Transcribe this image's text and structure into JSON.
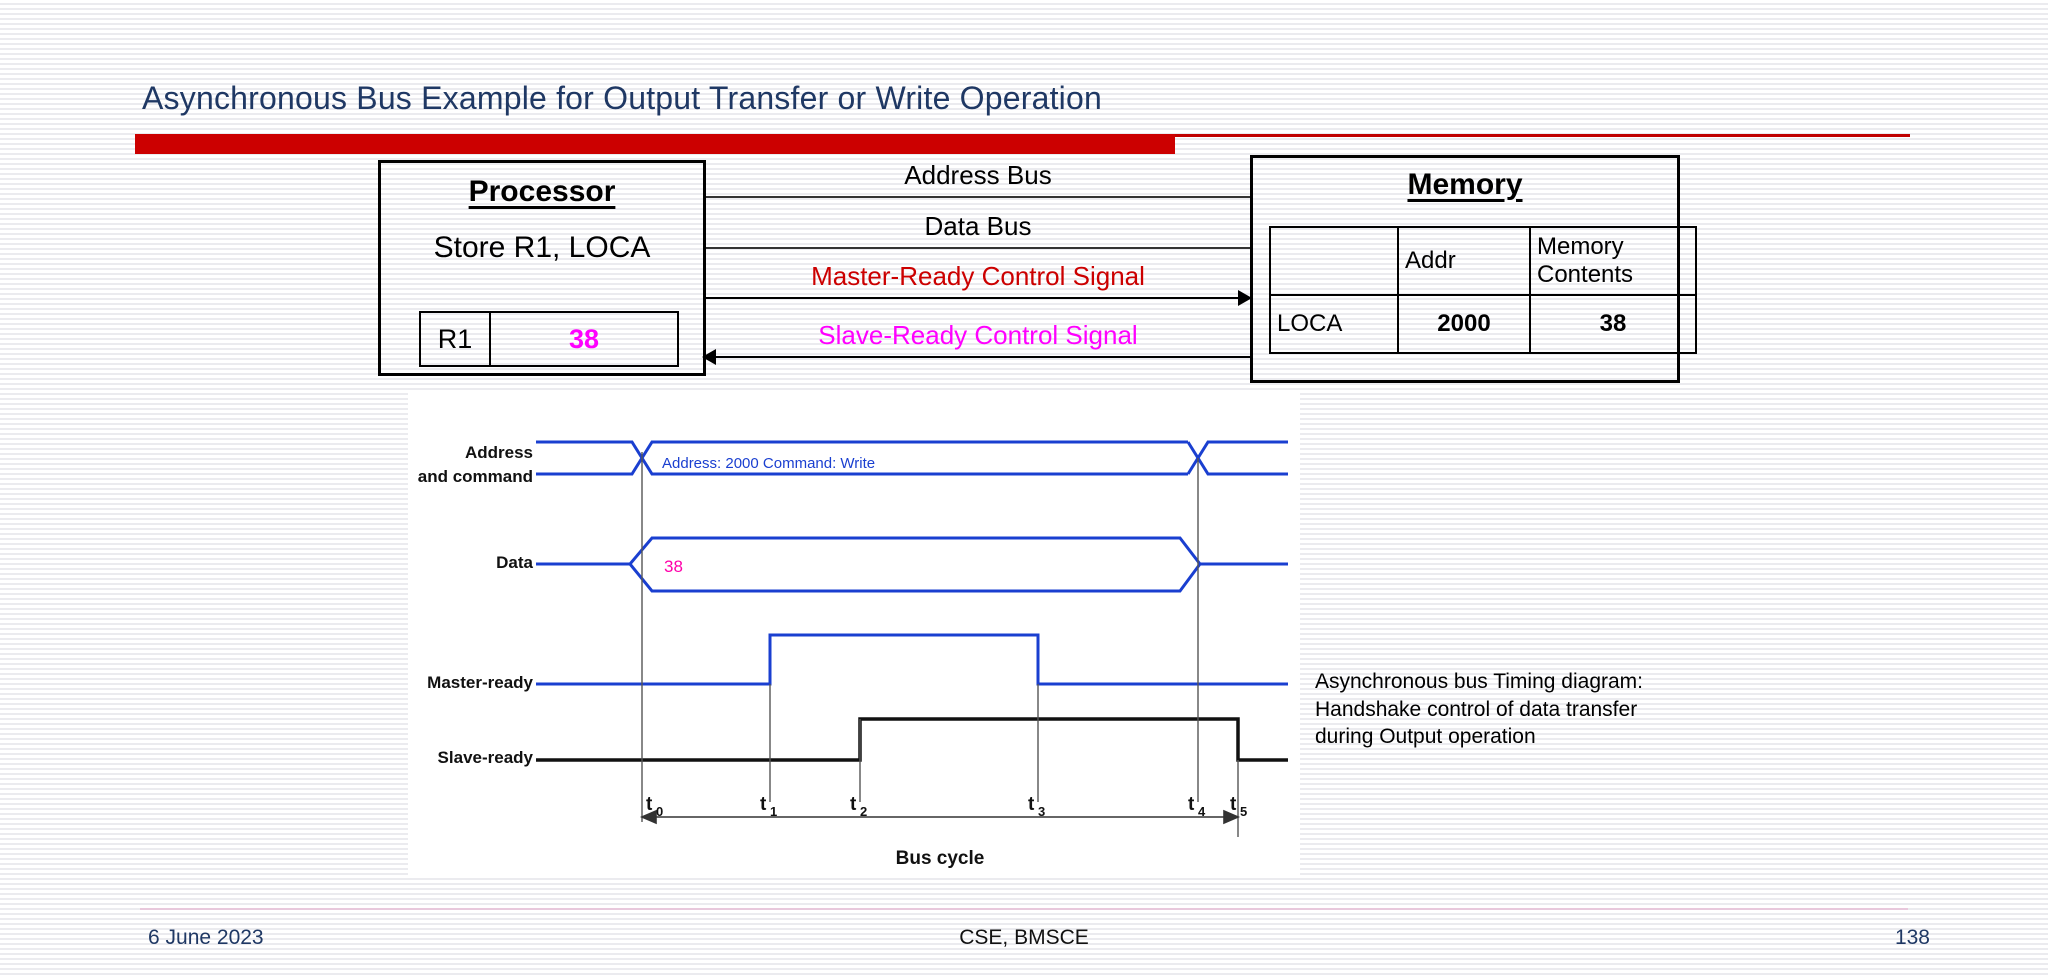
{
  "slide": {
    "title": "Asynchronous Bus Example for Output Transfer or Write Operation",
    "accent_color": "#cc0000",
    "title_color": "#1f3864"
  },
  "processor": {
    "heading": "Processor",
    "instruction": "Store R1, LOCA",
    "register": {
      "name": "R1",
      "value": "38",
      "value_color": "#ff00ff"
    }
  },
  "memory": {
    "heading": "Memory",
    "headers": [
      "",
      "Addr",
      "Memory Contents"
    ],
    "rows": [
      {
        "label": "LOCA",
        "addr": "2000",
        "contents": "38",
        "addr_color": "#0070e0",
        "contents_color": "#ff00ff"
      }
    ]
  },
  "buses": [
    {
      "label": "Address Bus",
      "color": "#000000",
      "direction": "none"
    },
    {
      "label": "Data Bus",
      "color": "#000000",
      "direction": "none"
    },
    {
      "label": "Master-Ready Control Signal",
      "color": "#cc0000",
      "direction": "right"
    },
    {
      "label": "Slave-Ready Control Signal",
      "color": "#ff00ff",
      "direction": "left"
    }
  ],
  "timing": {
    "signals": [
      {
        "name": "Address and command",
        "label_line1": "Address",
        "label_line2": "and command",
        "color": "#1a3fd0"
      },
      {
        "name": "Data",
        "label_line1": "Data",
        "label_line2": "",
        "color": "#1a3fd0"
      },
      {
        "name": "Master-ready",
        "label_line1": "Master-ready",
        "label_line2": "",
        "color": "#1a3fd0"
      },
      {
        "name": "Slave-ready",
        "label_line1": "Slave-ready",
        "label_line2": "",
        "color": "#000000"
      }
    ],
    "annotations": {
      "address_command": "Address: 2000  Command: Write",
      "data_value": "38"
    },
    "ticks": [
      "t",
      "t",
      "t",
      "t",
      "t",
      "t"
    ],
    "tick_subs": [
      "0",
      "1",
      "2",
      "3",
      "4",
      "5"
    ],
    "axis_label": "Bus cycle",
    "events": {
      "address_valid_from": "t0",
      "address_valid_to": "t4",
      "data_valid_from": "t0",
      "data_valid_to": "t4",
      "master_ready_rise": "t1",
      "master_ready_fall": "t3",
      "slave_ready_rise": "t2",
      "slave_ready_fall": "t5"
    }
  },
  "caption": {
    "line1": "Asynchronous bus Timing diagram:",
    "line2": "Handshake control of data transfer",
    "line3": "during Output operation"
  },
  "footer": {
    "date": "6 June 2023",
    "center": "CSE, BMSCE",
    "page": "138"
  }
}
